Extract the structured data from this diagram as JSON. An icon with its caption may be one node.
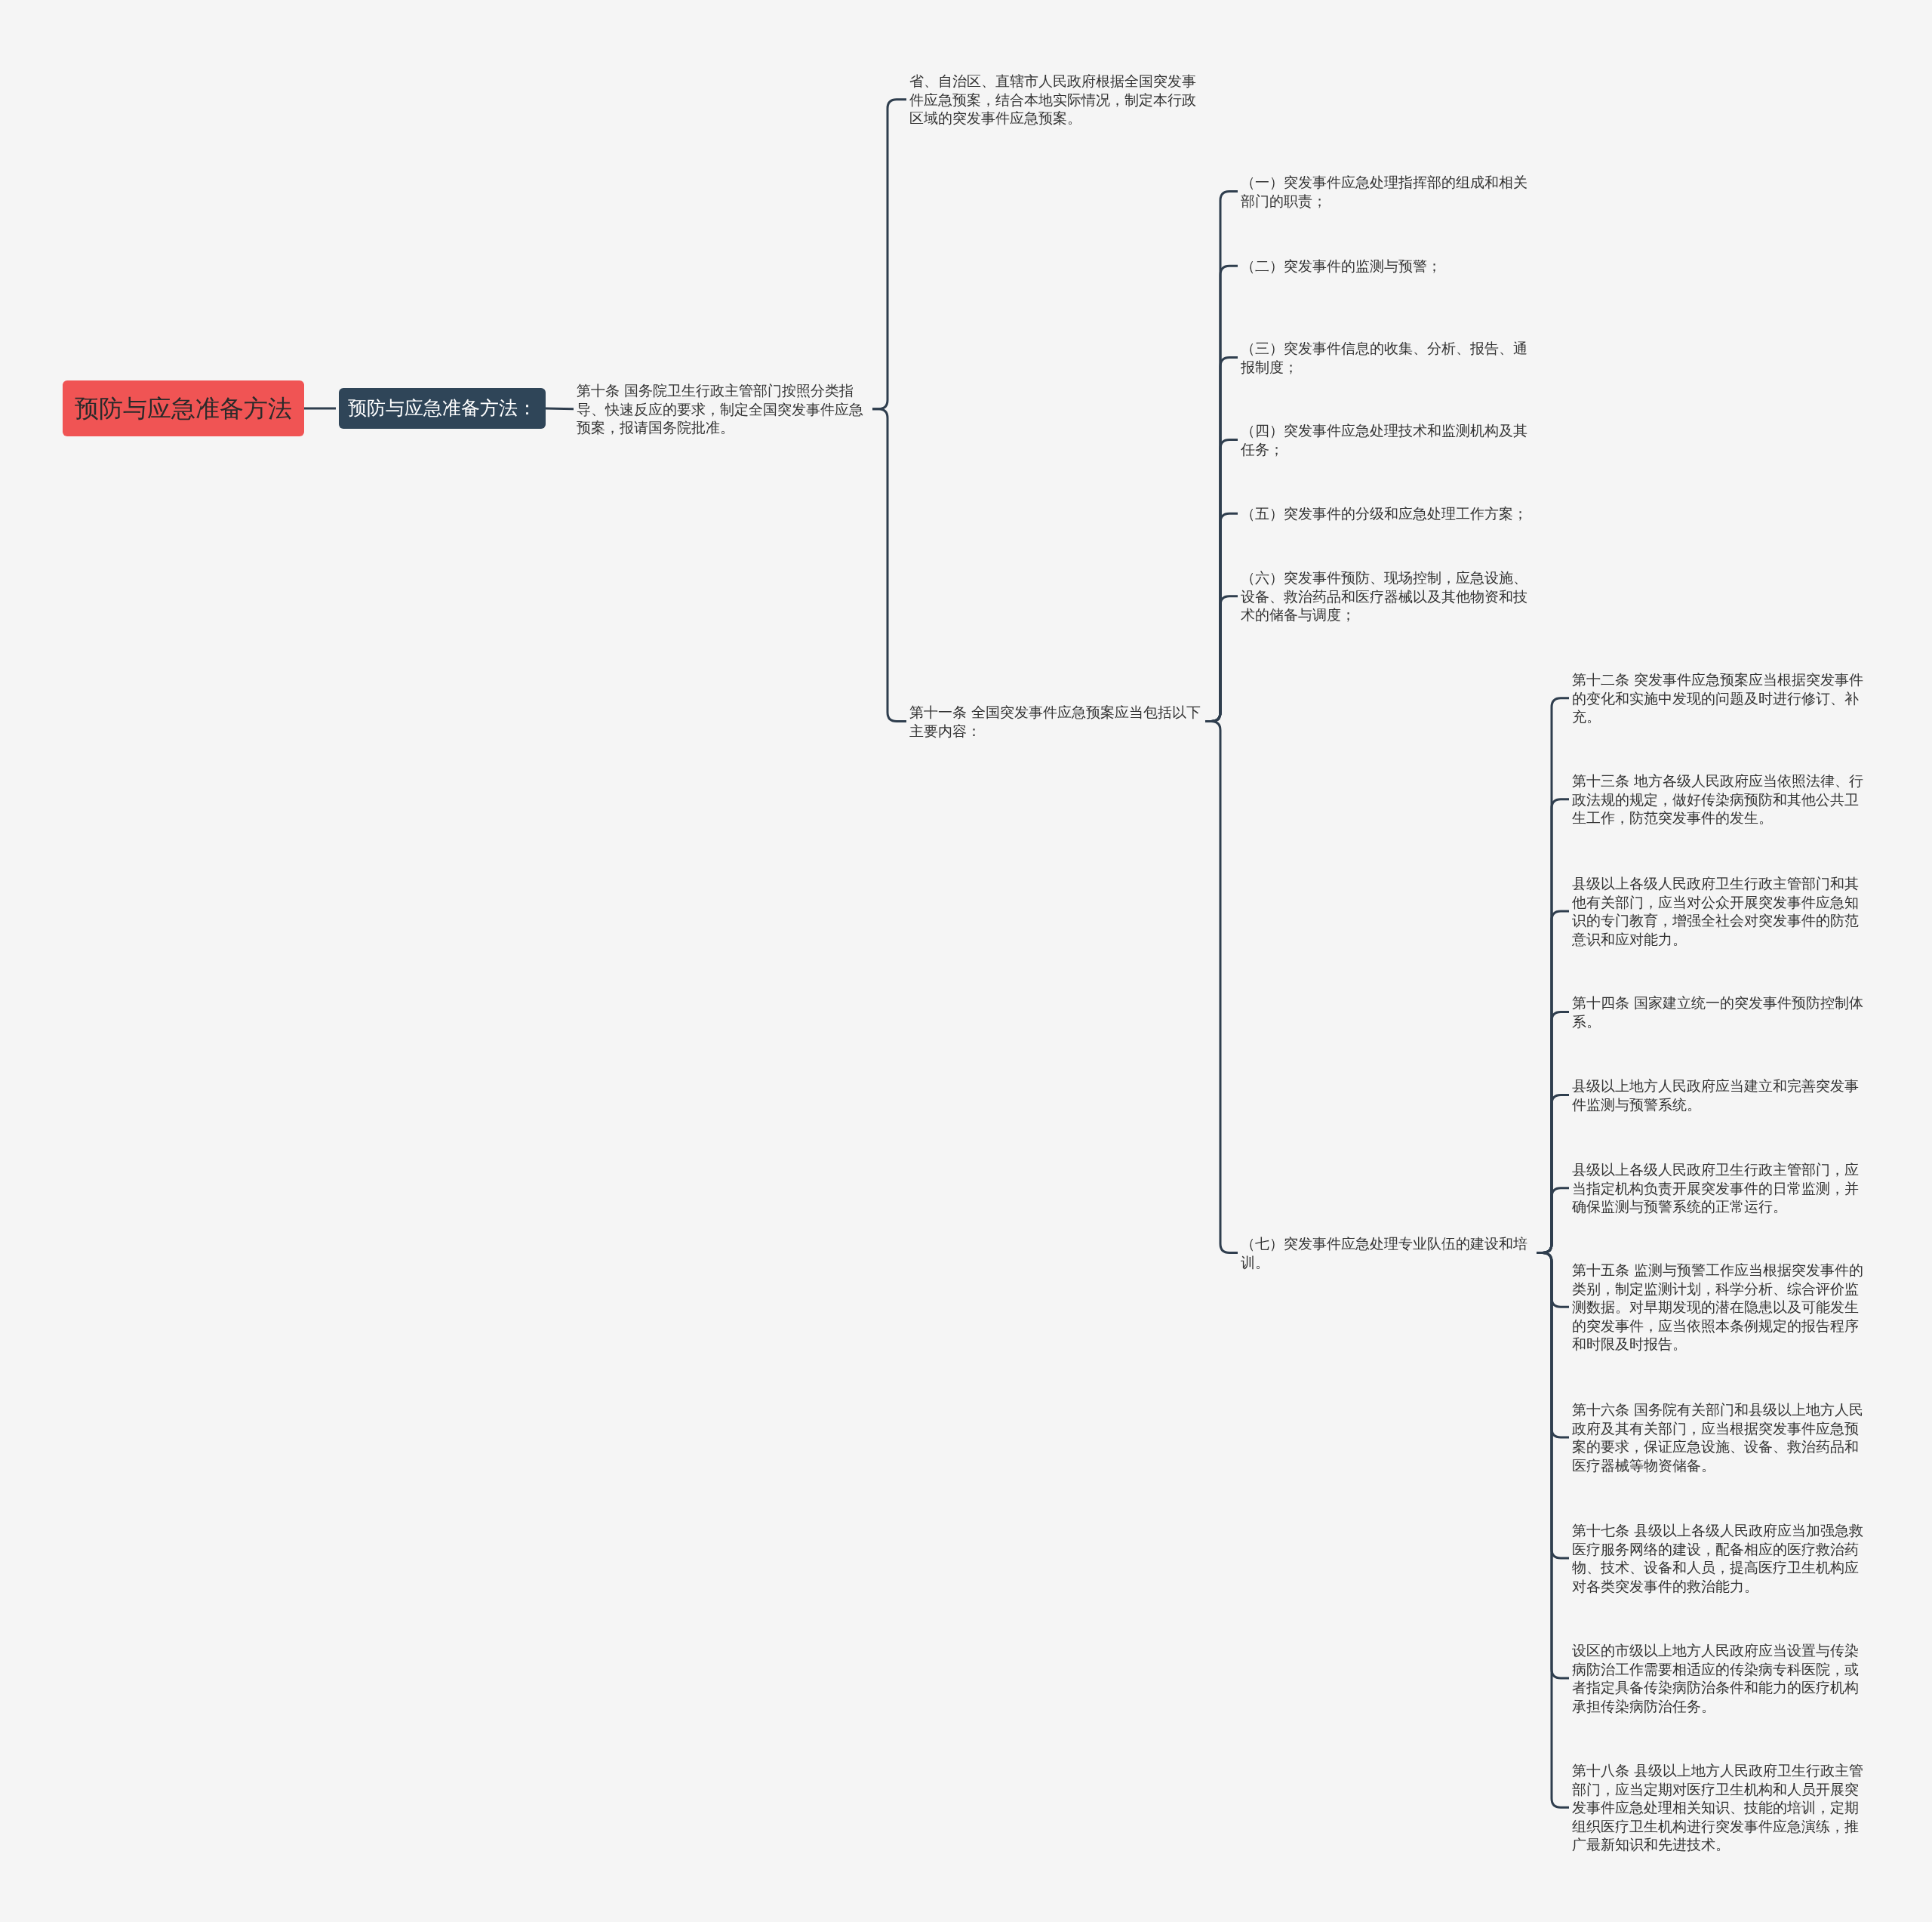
{
  "diagram": {
    "nodes": [
      {
        "text": [
          "预防与应急准备方法"
        ]
      },
      {
        "text": [
          "预防与应急准备方法："
        ]
      },
      {
        "text": [
          "第十条 国务院卫生行政主管部门按照分类指导、快速反应的要求，制定全国突发事件应急预案，报请国务院批准。"
        ]
      },
      {
        "text": [
          "省、自治区、直辖市人民政府根据全国突发事件应急预案，结合本地实际情况，制定本行政区域的突发事件应急预案。"
        ]
      },
      {
        "text": [
          "第十一条 全国突发事件应急预案应当包括以下主要内容："
        ]
      },
      {
        "text": [
          "（一）突发事件应急处理指挥部的组成和相关部门的职责；"
        ]
      },
      {
        "text": [
          "（二）突发事件的监测与预警；"
        ]
      },
      {
        "text": [
          "（三）突发事件信息的收集、分析、报告、通报制度；"
        ]
      },
      {
        "text": [
          "（四）突发事件应急处理技术和监测机构及其任务；"
        ]
      },
      {
        "text": [
          "（五）突发事件的分级和应急处理工作方案；"
        ]
      },
      {
        "text": [
          "（六）突发事件预防、现场控制，应急设施、设备、救治药品和医疗器械以及其他物资和技术的储备与调度；"
        ]
      },
      {
        "text": [
          "（七）突发事件应急处理专业队伍的建设和培训。"
        ]
      },
      {
        "text": [
          "第十二条 突发事件应急预案应当根据突发事件的变化和实施中发现的问题及时进行修订、补充。"
        ]
      },
      {
        "text": [
          "第十三条 地方各级人民政府应当依照法律、行政法规的规定，做好传染病预防和其他公共卫生工作，防范突发事件的发生。"
        ]
      },
      {
        "text": [
          "县级以上各级人民政府卫生行政主管部门和其他有关部门，应当对公众开展突发事件应急知识的专门教育，增强全社会对突发事件的防范意识和应对能力。"
        ]
      },
      {
        "text": [
          "第十四条 国家建立统一的突发事件预防控制体系。"
        ]
      },
      {
        "text": [
          "县级以上地方人民政府应当建立和完善突发事件监测与预警系统。"
        ]
      },
      {
        "text": [
          "县级以上各级人民政府卫生行政主管部门，应当指定机构负责开展突发事件的日常监测，并确保监测与预警系统的正常运行。"
        ]
      },
      {
        "text": [
          "第十五条 监测与预警工作应当根据突发事件的类别，制定监测计划，科学分析、综合评价监测数据。对早期发现的潜在隐患以及可能发生的突发事件，应当依照本条例规定的报告程序和时限及时报告。"
        ]
      },
      {
        "text": [
          "第十六条 国务院有关部门和县级以上地方人民政府及其有关部门，应当根据突发事件应急预案的要求，保证应急设施、设备、救治药品和医疗器械等物资储备。"
        ]
      },
      {
        "text": [
          "第十七条 县级以上各级人民政府应当加强急救医疗服务网络的建设，配备相应的医疗救治药物、技术、设备和人员，提高医疗卫生机构应对各类突发事件的救治能力。"
        ]
      },
      {
        "text": [
          "设区的市级以上地方人民政府应当设置与传染病防治工作需要相适应的传染病专科医院，或者指定具备传染病防治条件和能力的医疗机构承担传染病防治任务。"
        ]
      },
      {
        "text": [
          "第十八条 县级以上地方人民政府卫生行政主管部门，应当定期对医疗卫生机构和人员开展突发事件应急处理相关知识、技能的培训，定期组织医疗卫生机构进行突发事件应急演练，推广最新知识和先进技术。"
        ]
      }
    ],
    "edges": [
      {
        "from": 0,
        "to": 1,
        "arrow": "none"
      },
      {
        "from": 1,
        "to": 2,
        "arrow": "none"
      },
      {
        "from": 2,
        "to": 3,
        "arrow": "none"
      },
      {
        "from": 2,
        "to": 4,
        "arrow": "none"
      },
      {
        "from": 4,
        "to": 5,
        "arrow": "none"
      },
      {
        "from": 4,
        "to": 6,
        "arrow": "none"
      },
      {
        "from": 4,
        "to": 7,
        "arrow": "none"
      },
      {
        "from": 4,
        "to": 8,
        "arrow": "none"
      },
      {
        "from": 4,
        "to": 9,
        "arrow": "none"
      },
      {
        "from": 4,
        "to": 10,
        "arrow": "none"
      },
      {
        "from": 4,
        "to": 11,
        "arrow": "none"
      },
      {
        "from": 11,
        "to": 12,
        "arrow": "none"
      },
      {
        "from": 11,
        "to": 13,
        "arrow": "none"
      },
      {
        "from": 11,
        "to": 14,
        "arrow": "none"
      },
      {
        "from": 11,
        "to": 15,
        "arrow": "none"
      },
      {
        "from": 11,
        "to": 16,
        "arrow": "none"
      },
      {
        "from": 11,
        "to": 17,
        "arrow": "none"
      },
      {
        "from": 11,
        "to": 18,
        "arrow": "none"
      },
      {
        "from": 11,
        "to": 19,
        "arrow": "none"
      },
      {
        "from": 11,
        "to": 20,
        "arrow": "none"
      },
      {
        "from": 11,
        "to": 21,
        "arrow": "none"
      },
      {
        "from": 11,
        "to": 22,
        "arrow": "none"
      }
    ]
  }
}
